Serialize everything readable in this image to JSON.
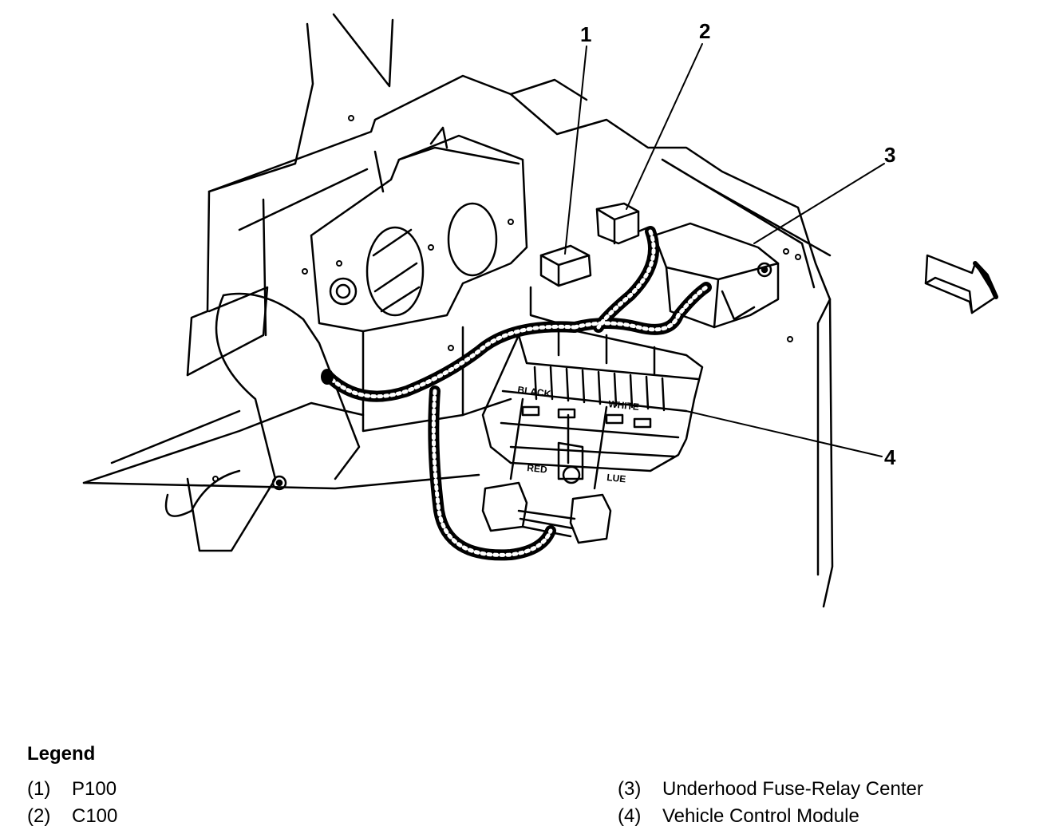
{
  "diagram": {
    "callouts": [
      "1",
      "2",
      "3",
      "4"
    ],
    "module_labels": {
      "black": "BLACK",
      "white": "WHITE",
      "red": "RED",
      "blue": "LUE"
    }
  },
  "legend": {
    "title": "Legend",
    "items": [
      {
        "num": "(1)",
        "label": "P100"
      },
      {
        "num": "(2)",
        "label": "C100"
      },
      {
        "num": "(3)",
        "label": "Underhood Fuse-Relay Center"
      },
      {
        "num": "(4)",
        "label": "Vehicle Control Module"
      }
    ]
  }
}
